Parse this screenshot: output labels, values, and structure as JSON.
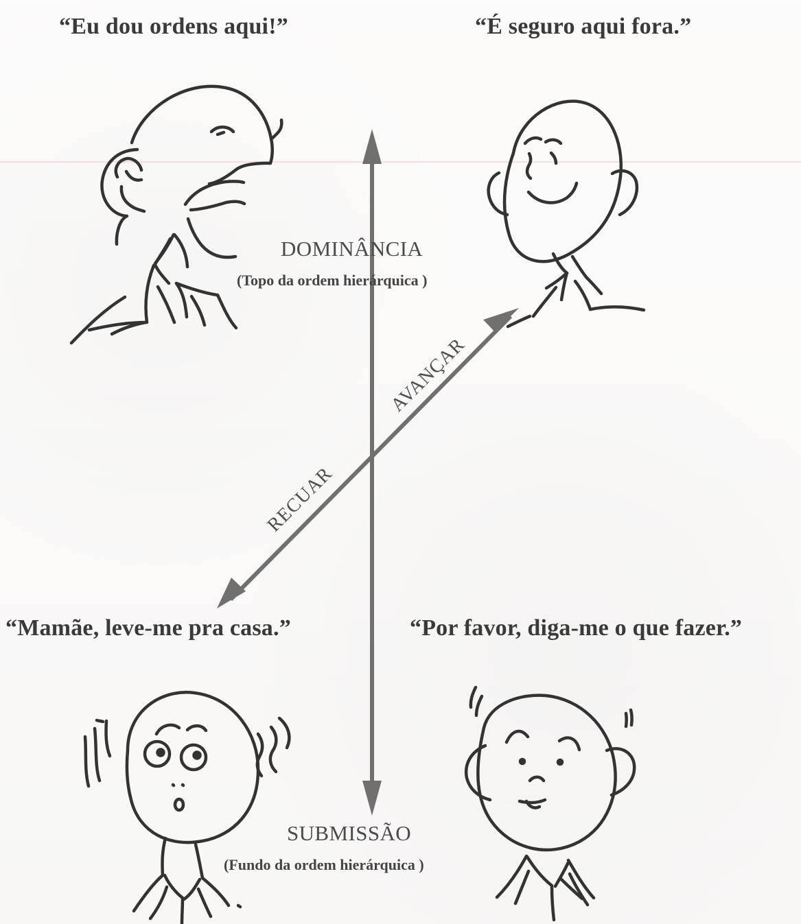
{
  "quotes": {
    "top_left": "“Eu dou ordens aqui!”",
    "top_right": "“É seguro aqui fora.”",
    "bottom_left": "“Mamãe, leve-me pra casa.”",
    "bottom_right": "“Por favor, diga-me o que fazer.”"
  },
  "axes": {
    "top_label": "DOMINÂNCIA",
    "top_sub": "(Topo da ordem hierárquica )",
    "bottom_label": "SUBMISSÃO",
    "bottom_sub": "(Fundo da ordem hierárquica )",
    "advance": "AVANÇAR",
    "retreat": "RECUAR"
  },
  "illustrations": {
    "top_left": "dominant-face-icon",
    "top_right": "safe-face-icon",
    "bottom_left": "scared-face-icon",
    "bottom_right": "unsure-face-icon",
    "colors": {
      "ink": "#333333",
      "arrow": "#6f6f6f",
      "paper": "#fbfaf9"
    }
  }
}
